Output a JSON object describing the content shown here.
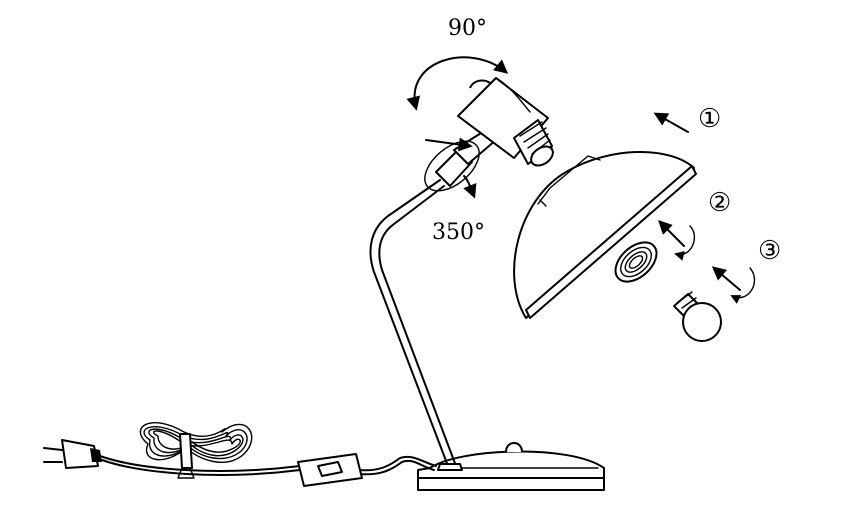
{
  "rotation_labels": {
    "head_tilt": "90°",
    "arm_swivel": "350°"
  },
  "steps": [
    {
      "number": "①"
    },
    {
      "number": "②"
    },
    {
      "number": "③"
    }
  ],
  "colors": {
    "line": "#000000",
    "background": "#ffffff"
  }
}
